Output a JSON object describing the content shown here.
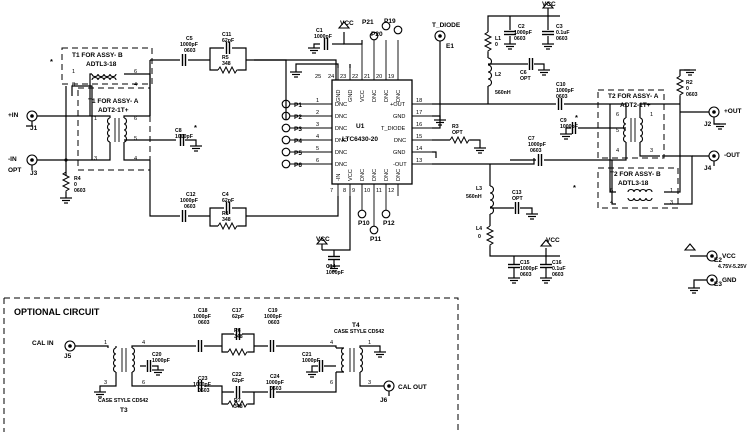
{
  "optional": {
    "title": "OPTIONAL CIRCUIT"
  },
  "ic": {
    "ref": "U1",
    "part": "LTC6430-20",
    "pins_left": [
      "DNC",
      "DNC",
      "DNC",
      "DNC",
      "DNC",
      "DNC"
    ],
    "pins_left_num": [
      "1",
      "2",
      "3",
      "4",
      "5",
      "6"
    ],
    "pin_plus_in": "+IN",
    "pin_minus_in": "-IN",
    "pins_right": [
      "+OUT",
      "GND",
      "T_DIODE",
      "DNC",
      "GND",
      "-OUT"
    ],
    "pins_right_num": [
      "18",
      "17",
      "16",
      "15",
      "14",
      "13"
    ],
    "pins_top": [
      "GND",
      "GND",
      "VCC",
      "DNC",
      "DNC",
      "DNC"
    ],
    "pins_top_num": [
      "25",
      "24",
      "23",
      "22",
      "21",
      "20",
      "19"
    ],
    "pins_bottom": [
      "VCC",
      "DNC",
      "DNC",
      "DNC",
      "DNC"
    ],
    "pins_bottom_num": [
      "7",
      "8",
      "9",
      "10",
      "11",
      "12"
    ]
  },
  "tp": {
    "p1": "P1",
    "p2": "P2",
    "p3": "P3",
    "p4": "P4",
    "p5": "P5",
    "p6": "P6",
    "p10": "P10",
    "p11": "P11",
    "p12": "P12",
    "p19": "P19",
    "p20": "P20",
    "p21": "P21"
  },
  "conn": {
    "j1": "J1",
    "j2": "J2",
    "j3": "J3",
    "j4": "J4",
    "j5": "J5",
    "j6": "J6",
    "in_plus": "+IN",
    "in_minus": "-IN",
    "opt": "OPT",
    "out_plus": "+OUT",
    "out_minus": "-OUT",
    "cal_in": "CAL IN",
    "cal_out": "CAL OUT",
    "e1": "E1",
    "e2": "E2",
    "e3": "E3",
    "t_diode": "T_DIODE",
    "vcc_e": "VCC",
    "vcc_range": "4.75V-5.25V",
    "gnd_e": "GND"
  },
  "t1": {
    "assy": "T1 FOR ASSY- B",
    "part": "ADTL3-18",
    "p1": "1",
    "p3": "3",
    "p4": "4",
    "p6": "6"
  },
  "t2a": {
    "assy": "T1 FOR ASSY- A",
    "part": "ADT2-1T+",
    "p1": "1",
    "p3": "3",
    "p4": "4",
    "p5": "5",
    "p6": "6"
  },
  "t2": {
    "assy_a": "T2 FOR ASSY- A",
    "part_a": "ADT2-1T+",
    "assy_b": "T2 FOR ASSY- B",
    "part_b": "ADTL3-18",
    "p1": "1",
    "p3": "3",
    "p4": "4",
    "p5": "5",
    "p6": "6"
  },
  "t3": {
    "ref": "T3",
    "case": "CASE STYLE CD542",
    "p1": "1",
    "p3": "3",
    "p4": "4",
    "p6": "6"
  },
  "t4": {
    "ref": "T4",
    "case": "CASE STYLE CD542",
    "p1": "1",
    "p3": "3",
    "p4": "4",
    "p6": "6"
  },
  "parts": {
    "c1": [
      "C1",
      "1000pF"
    ],
    "c2": [
      "C2",
      "1000pF",
      "0603"
    ],
    "c3": [
      "C3",
      "0.1uF",
      "0603"
    ],
    "c4": [
      "C4",
      "62pF"
    ],
    "c5": [
      "C5",
      "1000pF",
      "0603"
    ],
    "c6": [
      "C6",
      "OPT"
    ],
    "c7": [
      "C7",
      "1000pF",
      "0603"
    ],
    "c8": [
      "C8",
      "1000pF"
    ],
    "c9": [
      "C9",
      "1000pF"
    ],
    "c10": [
      "C10",
      "1000pF",
      "0603"
    ],
    "c11": [
      "C11",
      "62pF"
    ],
    "c12": [
      "C12",
      "1000pF",
      "0603"
    ],
    "c13": [
      "C13",
      "OPT"
    ],
    "c14": [
      "C14",
      "1000pF"
    ],
    "c15": [
      "C15",
      "1000pF",
      "0603"
    ],
    "c16": [
      "C16",
      "0.1uF",
      "0603"
    ],
    "c17": [
      "C17",
      "62pF"
    ],
    "c18": [
      "C18",
      "1000pF",
      "0603"
    ],
    "c19": [
      "C19",
      "1000pF",
      "0603"
    ],
    "c20": [
      "C20",
      "1000pF"
    ],
    "c21": [
      "C21",
      "1000pF"
    ],
    "c22": [
      "C22",
      "62pF"
    ],
    "c23": [
      "C23",
      "1000pF",
      "0603"
    ],
    "c24": [
      "C24",
      "1000pF",
      "0603"
    ],
    "r1": [
      "R1",
      "348"
    ],
    "r2": [
      "R2",
      "0",
      "0603"
    ],
    "r3": [
      "R3",
      "OPT"
    ],
    "r4": [
      "R4",
      "0",
      "0603"
    ],
    "r5": [
      "R5",
      "348"
    ],
    "r6": [
      "R6",
      "348"
    ],
    "r7": [
      "R7",
      "348"
    ],
    "l1": [
      "L1",
      "0"
    ],
    "l2": [
      "L2",
      "560nH"
    ],
    "l3": [
      "L3",
      "560nH"
    ],
    "l4": [
      "L4",
      "0"
    ]
  },
  "misc": {
    "vcc": "VCC",
    "star": "*"
  }
}
